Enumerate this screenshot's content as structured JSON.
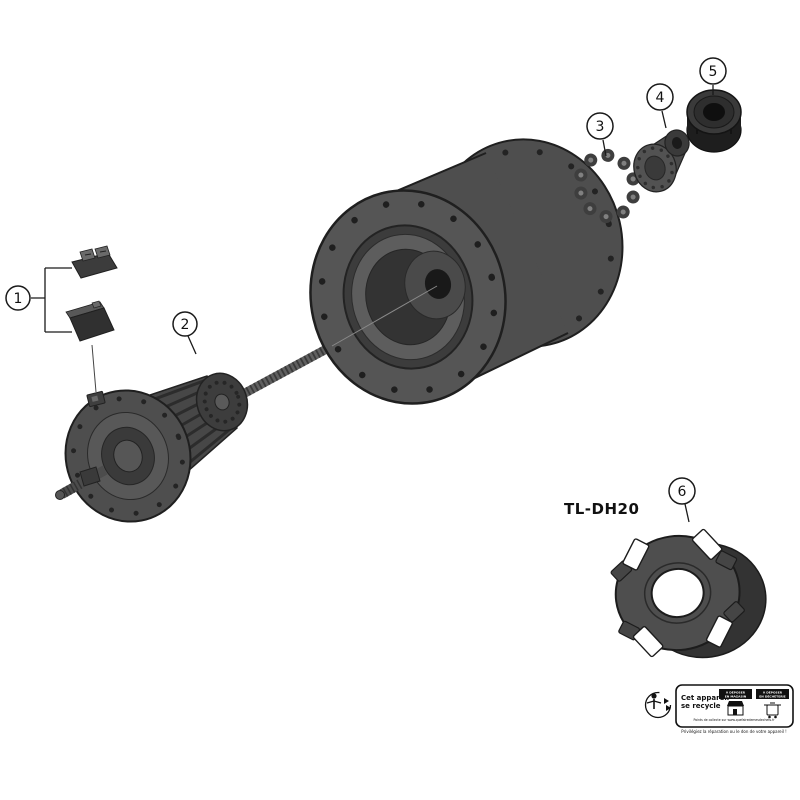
{
  "diagram": {
    "title": "exploded-view-dynamo-hub",
    "colors": {
      "background": "#ffffff",
      "part_gray": "#4e4e4e",
      "part_dark": "#3a3a3a",
      "outline": "#1f1f1f",
      "nut_dark": "#242424"
    },
    "callouts": [
      {
        "number": "1"
      },
      {
        "number": "2"
      },
      {
        "number": "3"
      },
      {
        "number": "4"
      },
      {
        "number": "5"
      },
      {
        "number": "6"
      }
    ],
    "tool_label": "TL-DH20"
  },
  "recycle_label": {
    "icons": {
      "triman": "triman-recycle-figure",
      "store": "store-front",
      "bin": "waste-bin"
    },
    "title_line1": "Cet appareil",
    "title_line2": "se recycle",
    "col1_line1": "À DÉPOSER",
    "col1_line2": "EN MAGASIN",
    "col2_line1": "À DÉPOSER",
    "col2_line2": "EN DÉCHÈTERIE",
    "collect_line": "Points de collecte sur www.quefairedemesdechets.fr",
    "repair_line": "Privilégiez la réparation ou le don de votre appareil !"
  }
}
